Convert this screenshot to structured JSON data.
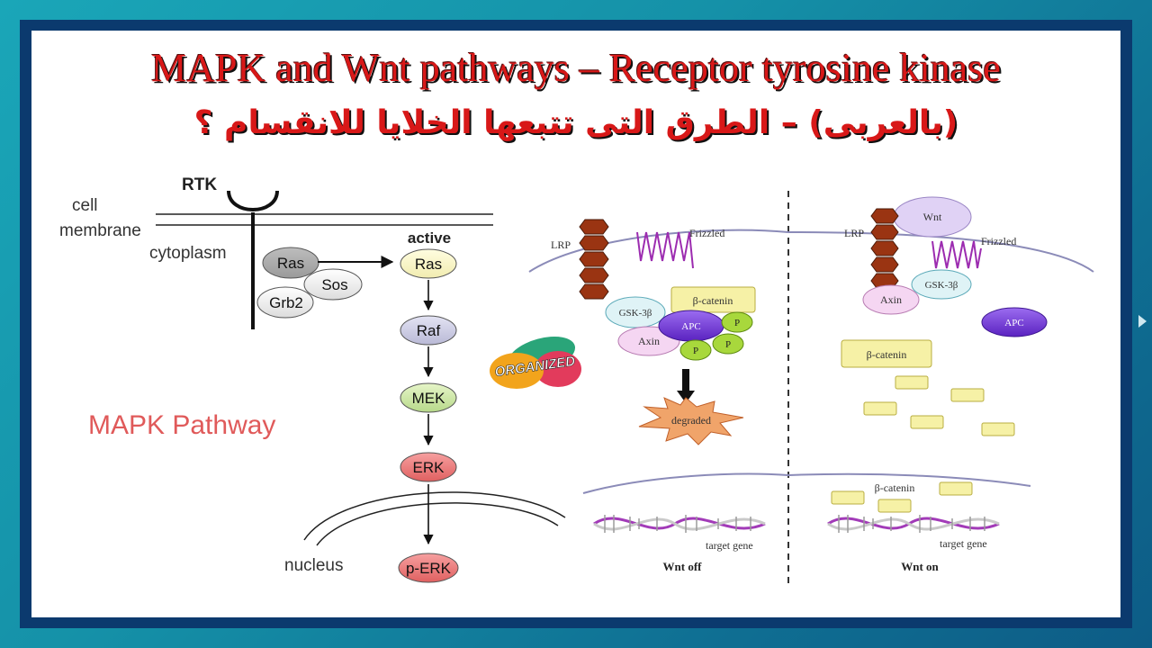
{
  "title": {
    "english": "MAPK and Wnt pathways – Receptor tyrosine kinase",
    "arabic": "(بالعربى) – الطرق التى تتبعها الخلايا للانقسام ؟"
  },
  "mapk": {
    "rtk_label": "RTK",
    "cell_membrane_label_1": "cell",
    "cell_membrane_label_2": "membrane",
    "cytoplasm_label": "cytoplasm",
    "nucleus_label": "nucleus",
    "pathway_label": "MAPK Pathway",
    "active_label": "active",
    "nodes": {
      "ras_inactive": "Ras",
      "sos": "Sos",
      "grb2": "Grb2",
      "ras_active": "Ras",
      "raf": "Raf",
      "mek": "MEK",
      "erk": "ERK",
      "p_erk": "p-ERK"
    }
  },
  "wnt_off": {
    "lrp": "LRP",
    "frizzled": "Frizzled",
    "beta_catenin": "β-catenin",
    "gsk": "GSK-3β",
    "apc": "APC",
    "axin": "Axin",
    "p": "P",
    "degraded": "degraded",
    "target_gene": "target gene",
    "caption": "Wnt off"
  },
  "wnt_on": {
    "wnt": "Wnt",
    "lrp": "LRP",
    "frizzled": "Frizzled",
    "gsk": "GSK-3β",
    "axin": "Axin",
    "apc": "APC",
    "beta_catenin": "β-catenin",
    "beta_catenin_nuclear": "β-catenin",
    "target_gene": "target gene",
    "caption": "Wnt on"
  },
  "logo": {
    "text": "ORGANIZED"
  },
  "colors": {
    "title_red": "#d81818",
    "frame_navy": "#0b3a6e",
    "pathway_red": "#e05a5a",
    "apc_purple": "#6a2fd0",
    "beta_catenin_yellow": "#f6f1a6",
    "dna_purple": "#a23bb8"
  }
}
